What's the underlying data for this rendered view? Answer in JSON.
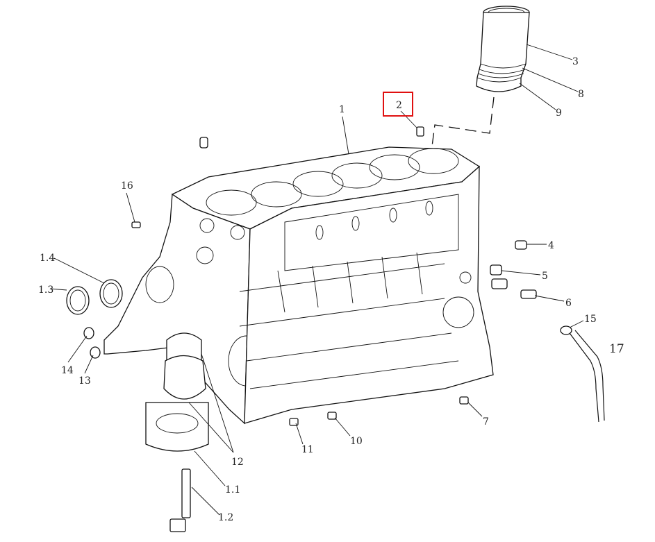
{
  "diagram": {
    "highlight_color": "#e01010",
    "labels": {
      "p1": "1",
      "p2": "2",
      "p3": "3",
      "p4": "4",
      "p5": "5",
      "p6": "6",
      "p7": "7",
      "p8": "8",
      "p9": "9",
      "p10": "10",
      "p11": "11",
      "p12": "12",
      "p13": "13",
      "p14": "14",
      "p15": "15",
      "p16": "16",
      "p17": "17",
      "p1_1": "1.1",
      "p1_2": "1.2",
      "p1_3": "1.3",
      "p1_4": "1.4"
    },
    "highlighted_label": "2"
  }
}
